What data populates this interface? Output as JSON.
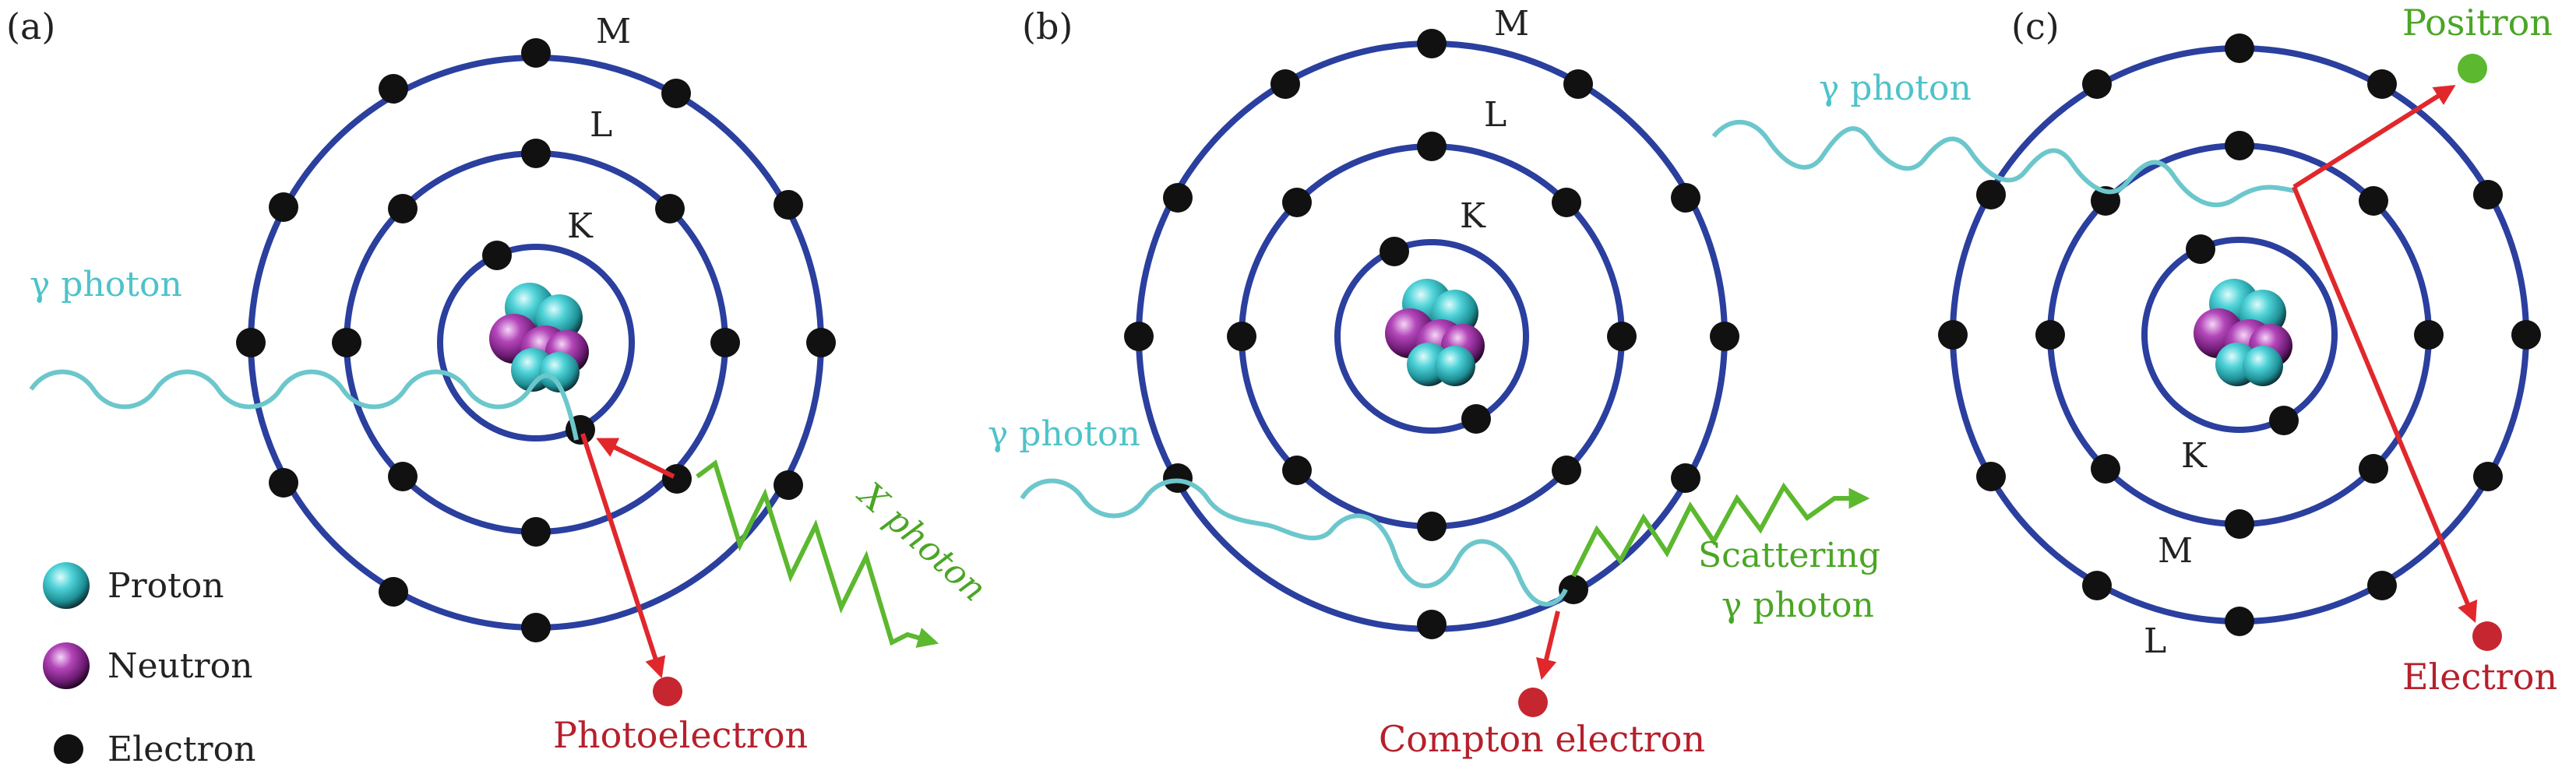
{
  "panels": [
    {
      "id": "a",
      "panel_label": "(a)",
      "shell_labels": {
        "inner": "K",
        "middle": "L",
        "outer": "M"
      },
      "incident_label": "γ photon",
      "emitted_label": "X photon",
      "product_label": "Photoelectron"
    },
    {
      "id": "b",
      "panel_label": "(b)",
      "shell_labels": {
        "inner": "K",
        "middle": "L",
        "outer": "M"
      },
      "incident_label": "γ photon",
      "scatter_label_line1": "Scattering",
      "scatter_label_line2": "γ photon",
      "product_label": "Compton electron"
    },
    {
      "id": "c",
      "panel_label": "(c)",
      "shell_labels": {
        "inner": "K",
        "middle": "M",
        "outer": "L"
      },
      "incident_label": "γ photon",
      "positron_label": "Positron",
      "electron_label": "Electron"
    }
  ],
  "legend": {
    "items": [
      {
        "label": "Proton",
        "color": "#3ec6cc",
        "icon": "proton-sphere"
      },
      {
        "label": "Neutron",
        "color": "#a23aa8",
        "icon": "neutron-sphere"
      },
      {
        "label": "Electron",
        "color": "#111111",
        "icon": "electron-dot"
      }
    ]
  },
  "colors": {
    "orbit": "#2a3f9e",
    "electron": "#111111",
    "gamma_wave": "#6cc7cc",
    "secondary_wave": "#5cb82e",
    "arrow": "#e0282c",
    "product_particle": "#c62630",
    "positron": "#5cb82e",
    "label_red": "#b5202c",
    "label_green": "#4aa625"
  }
}
